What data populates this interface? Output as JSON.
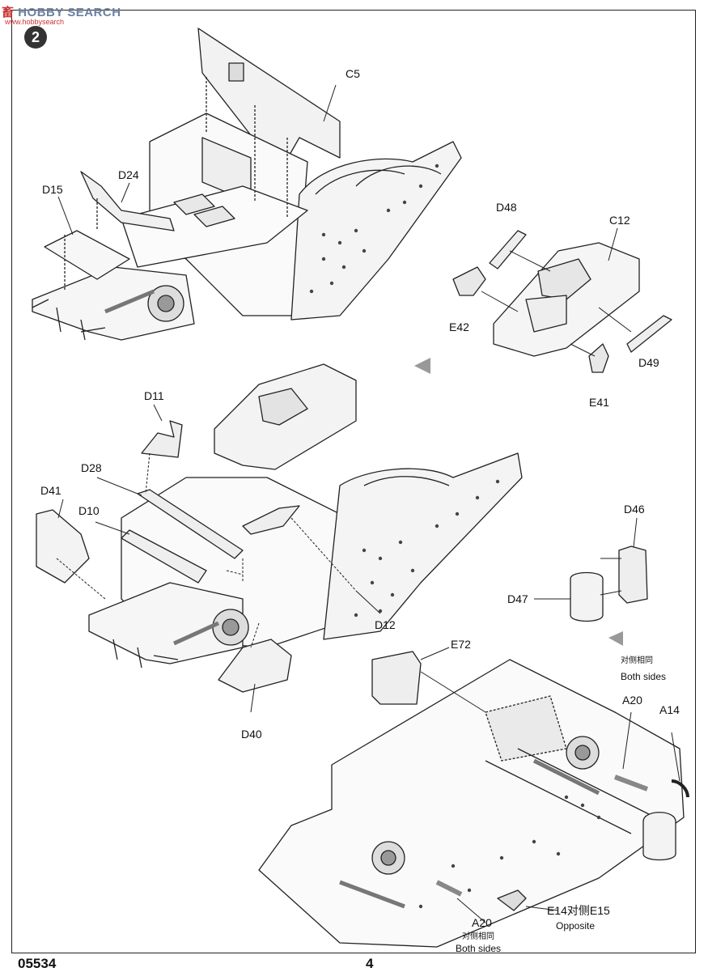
{
  "watermark": {
    "cn": "畜",
    "text": "HOBBY SEARCH",
    "sub": "www.hobbysearch"
  },
  "step_number": "2",
  "parts": {
    "C5": "C5",
    "D24": "D24",
    "D15": "D15",
    "D48": "D48",
    "C12": "C12",
    "E42": "E42",
    "D49": "D49",
    "E41": "E41",
    "D11": "D11",
    "D28": "D28",
    "D41": "D41",
    "D10": "D10",
    "D12": "D12",
    "D46": "D46",
    "D47": "D47",
    "E72": "E72",
    "D40": "D40",
    "A20_top": "A20",
    "A14": "A14",
    "A20_bottom": "A20",
    "E14_E15": "E14对侧E15"
  },
  "notes": {
    "both_sides_cn_top": "对侧相同",
    "both_sides_en_top": "Both sides",
    "opposite_en": "Opposite",
    "both_sides_cn_bottom": "对侧相同",
    "both_sides_en_bottom": "Both sides"
  },
  "footer": {
    "code": "05534",
    "page": "4"
  }
}
